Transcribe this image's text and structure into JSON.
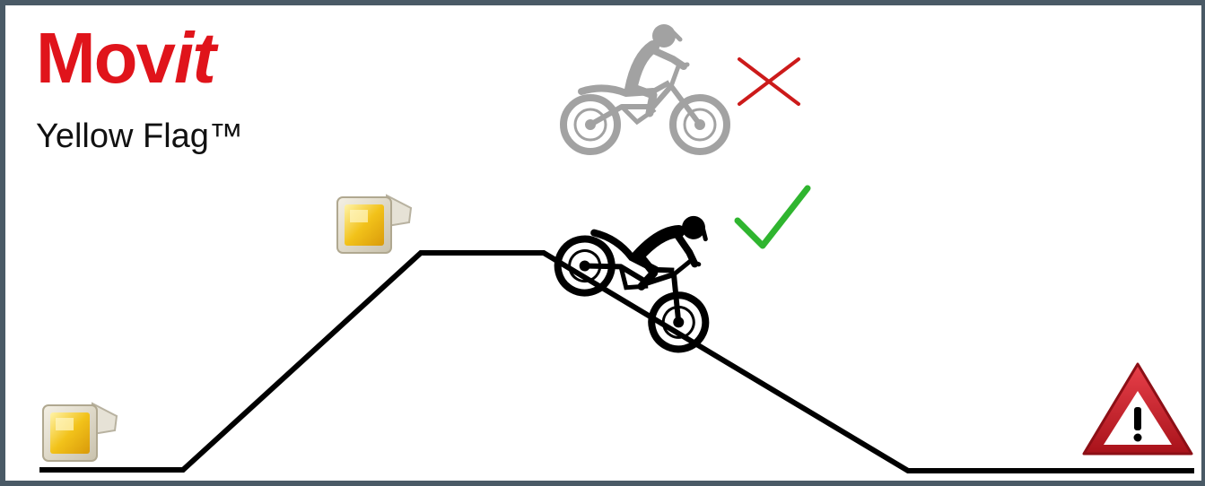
{
  "brand": {
    "name_part1": "Mov",
    "name_part2": "it",
    "color": "#e0141b"
  },
  "product": {
    "name": "Yellow Flag™"
  },
  "colors": {
    "track": "#000000",
    "wrong_mark": "#cc1a1a",
    "correct_mark": "#2fb52f",
    "ghost_rider": "#9a9a9a",
    "rider": "#000000",
    "flag_light": "#f2c21a",
    "warning_red": "#d0202a"
  },
  "icons": {
    "wrong_position": "cross-icon",
    "correct_position": "check-icon",
    "hazard": "warning-triangle-icon",
    "flag_lights": "yellow-flag-light-icon"
  }
}
